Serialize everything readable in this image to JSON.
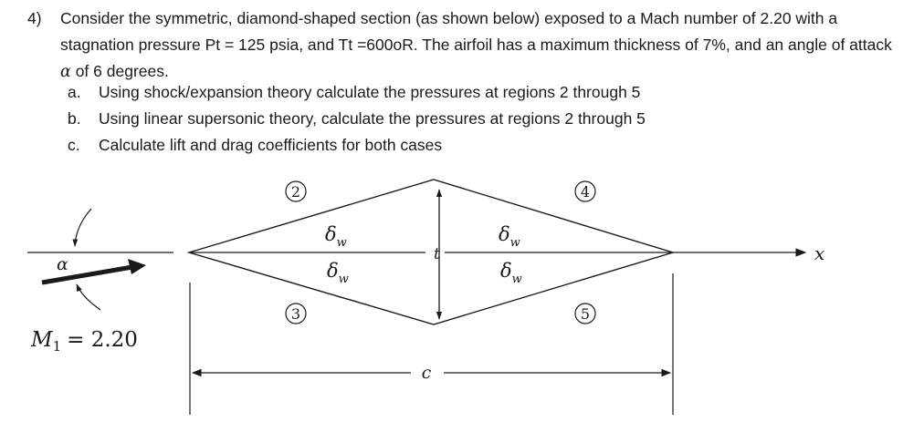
{
  "question": {
    "number": "4)",
    "text_before_alpha": "Consider the symmetric, diamond-shaped section (as shown below) exposed to a Mach number of 2.20 with a stagnation pressure Pt = 125 psia, and Tt =600oR.  The airfoil has a maximum thickness of 7%, and an angle of attack ",
    "alpha": "α",
    "text_after_alpha": " of 6 degrees.",
    "items": [
      {
        "marker": "a.",
        "text": "Using shock/expansion theory calculate the pressures at  regions  2 through 5"
      },
      {
        "marker": "b.",
        "text": "Using linear supersonic theory, calculate the pressures at regions  2 through 5"
      },
      {
        "marker": "c.",
        "text": "Calculate lift and drag coefficients for both cases"
      }
    ]
  },
  "figure": {
    "regions": [
      "2",
      "3",
      "4",
      "5"
    ],
    "delta": "δ",
    "delta_sub": "w",
    "alpha_label": "α",
    "thickness_label": "t",
    "x_label": "x",
    "chord_label": "c",
    "mach_symbol": "M",
    "mach_sub": "1",
    "mach_value": "= 2.20"
  }
}
